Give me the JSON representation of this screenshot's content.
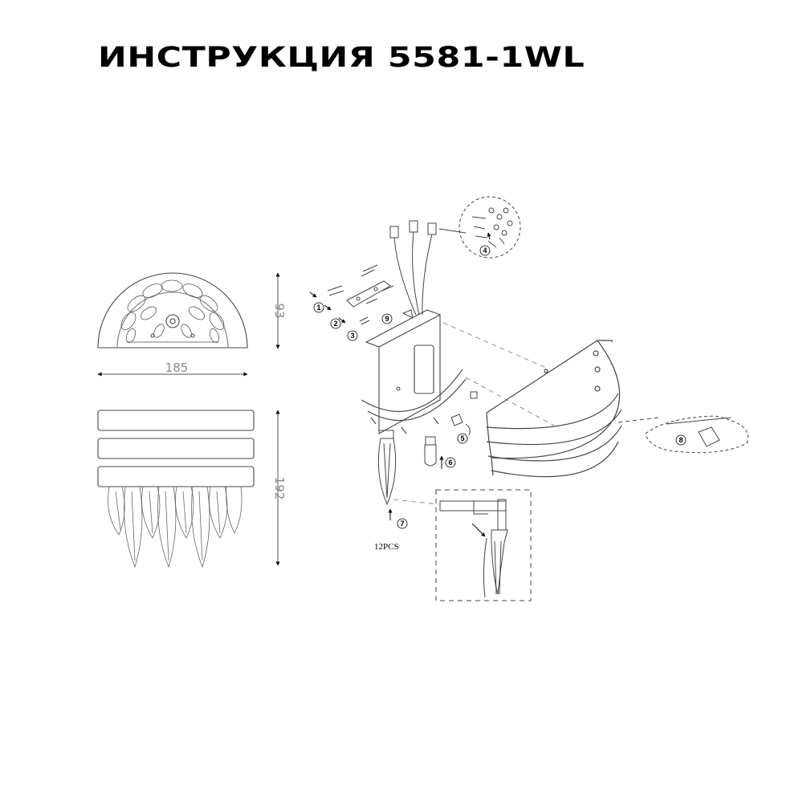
{
  "title": "ИНСТРУКЦИЯ 5581-1WL",
  "dimensions": {
    "height_top": "93",
    "width": "185",
    "height_side": "192"
  },
  "callouts": [
    "1",
    "2",
    "3",
    "4",
    "5",
    "6",
    "7",
    "8",
    "9"
  ],
  "crystal_quantity": "12PCS"
}
